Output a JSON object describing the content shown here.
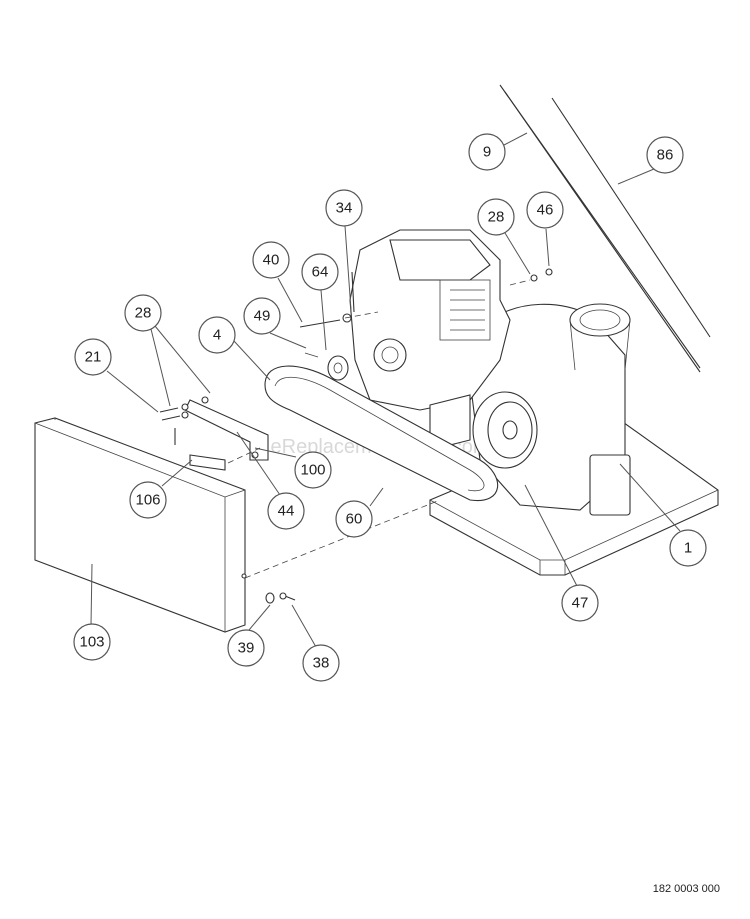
{
  "drawing_number": "182 0003 000",
  "watermark": "eReplacementParts.com",
  "callouts": [
    "9",
    "86",
    "34",
    "28",
    "46",
    "40",
    "64",
    "49",
    "4",
    "28",
    "21",
    "100",
    "44",
    "106",
    "60",
    "1",
    "47",
    "103",
    "39",
    "38"
  ]
}
